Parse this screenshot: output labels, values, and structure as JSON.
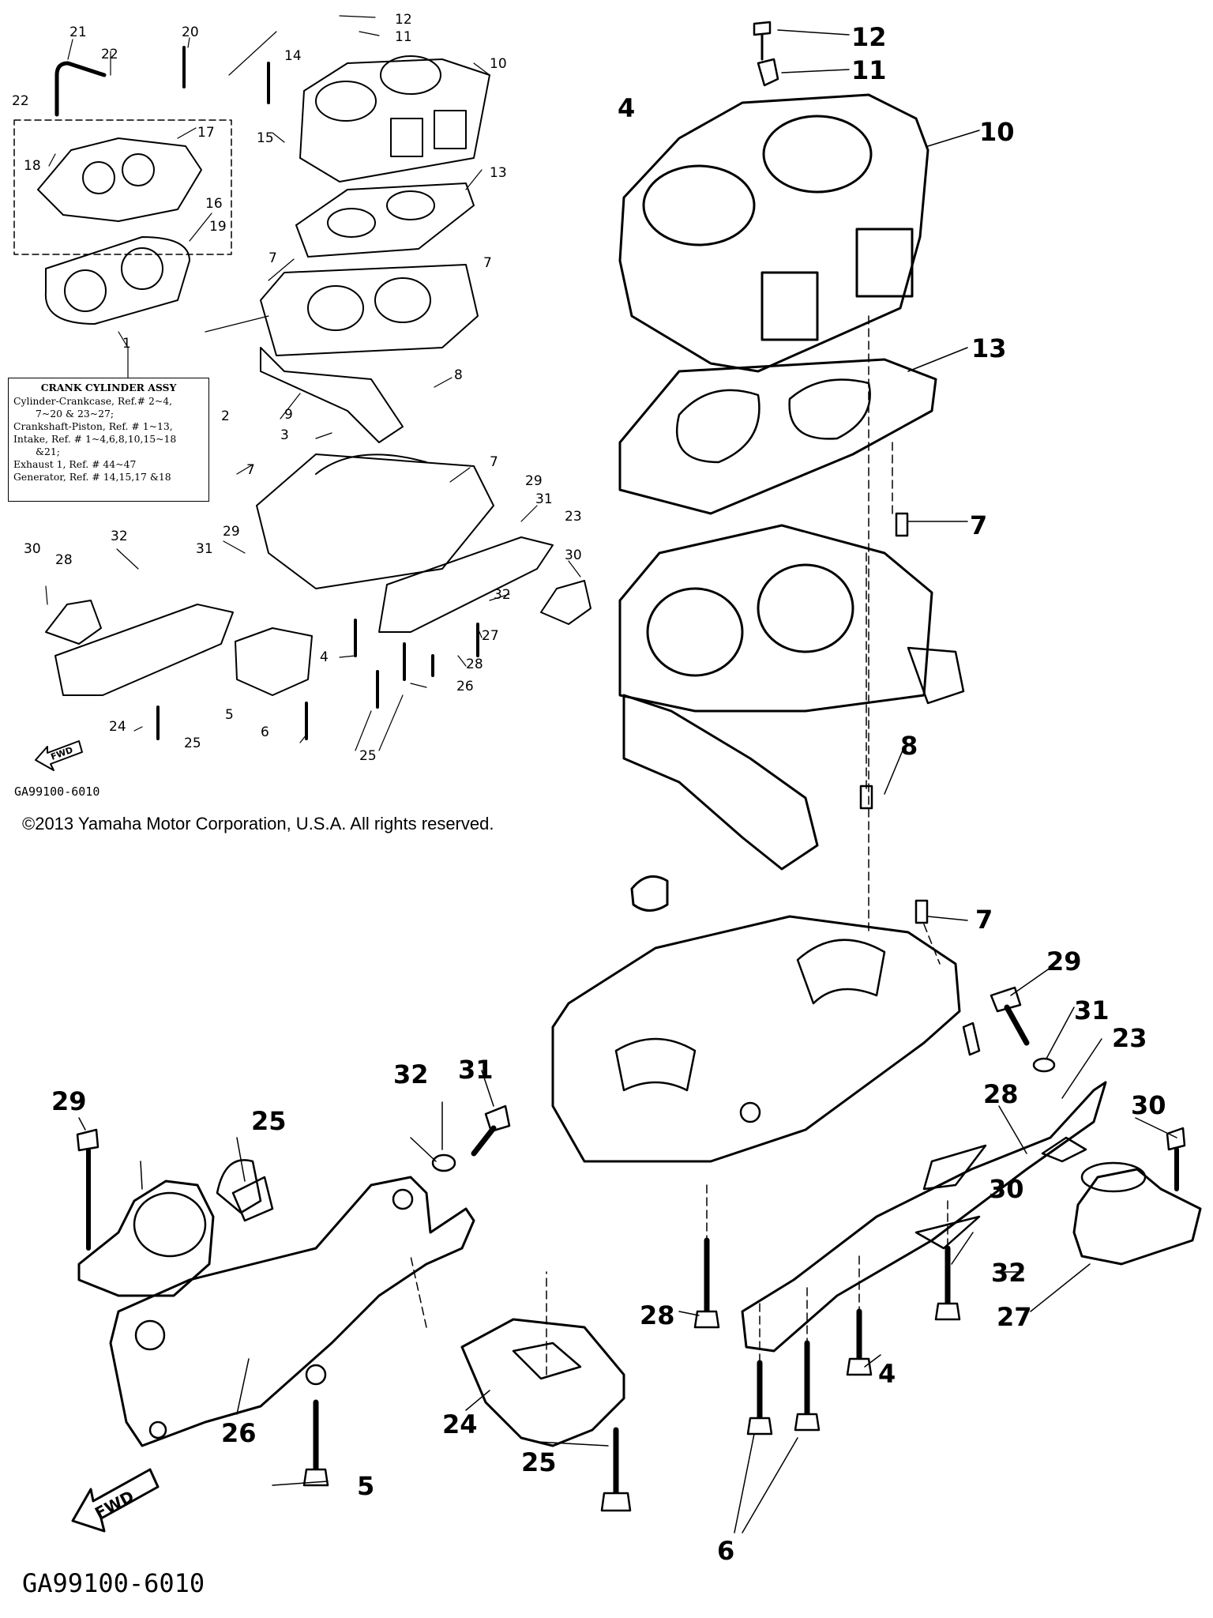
{
  "copyright": "©2013 Yamaha Motor Corporation, U.S.A. All rights reserved.",
  "thumbnail": {
    "drawing_code": "GA99100-6010",
    "fwd_label": "FWD",
    "legend": {
      "title": "CRANK CYLINDER ASSY",
      "rows": [
        "Cylinder-Crankcase, Ref.# 2~4,",
        "7~20 & 23~27;",
        "Crankshaft-Piston, Ref. # 1~13,",
        "Intake, Ref. # 1~4,6,8,10,15~18",
        "&21;",
        "Exhaust 1, Ref. # 44~47",
        "Generator, Ref. # 14,15,17 &18"
      ]
    },
    "callouts": [
      "21",
      "22",
      "20",
      "12",
      "11",
      "14",
      "10",
      "22",
      "17",
      "15",
      "18",
      "16",
      "13",
      "19",
      "7",
      "7",
      "1",
      "8",
      "9",
      "2",
      "3",
      "7",
      "7",
      "29",
      "31",
      "23",
      "30",
      "28",
      "32",
      "31",
      "29",
      "30",
      "32",
      "27",
      "4",
      "28",
      "26",
      "24",
      "5",
      "25",
      "6",
      "25"
    ]
  },
  "detail": {
    "drawing_code": "GA99100-6010",
    "fwd_label": "FWD",
    "callouts": [
      "12",
      "11",
      "4",
      "10",
      "13",
      "7",
      "8",
      "7",
      "29",
      "31",
      "23",
      "30",
      "28",
      "32",
      "31",
      "29",
      "30",
      "32",
      "27",
      "28",
      "4",
      "26",
      "24",
      "5",
      "25",
      "6",
      "25"
    ]
  },
  "colors": {
    "ink": "#000000",
    "paper": "#ffffff"
  }
}
